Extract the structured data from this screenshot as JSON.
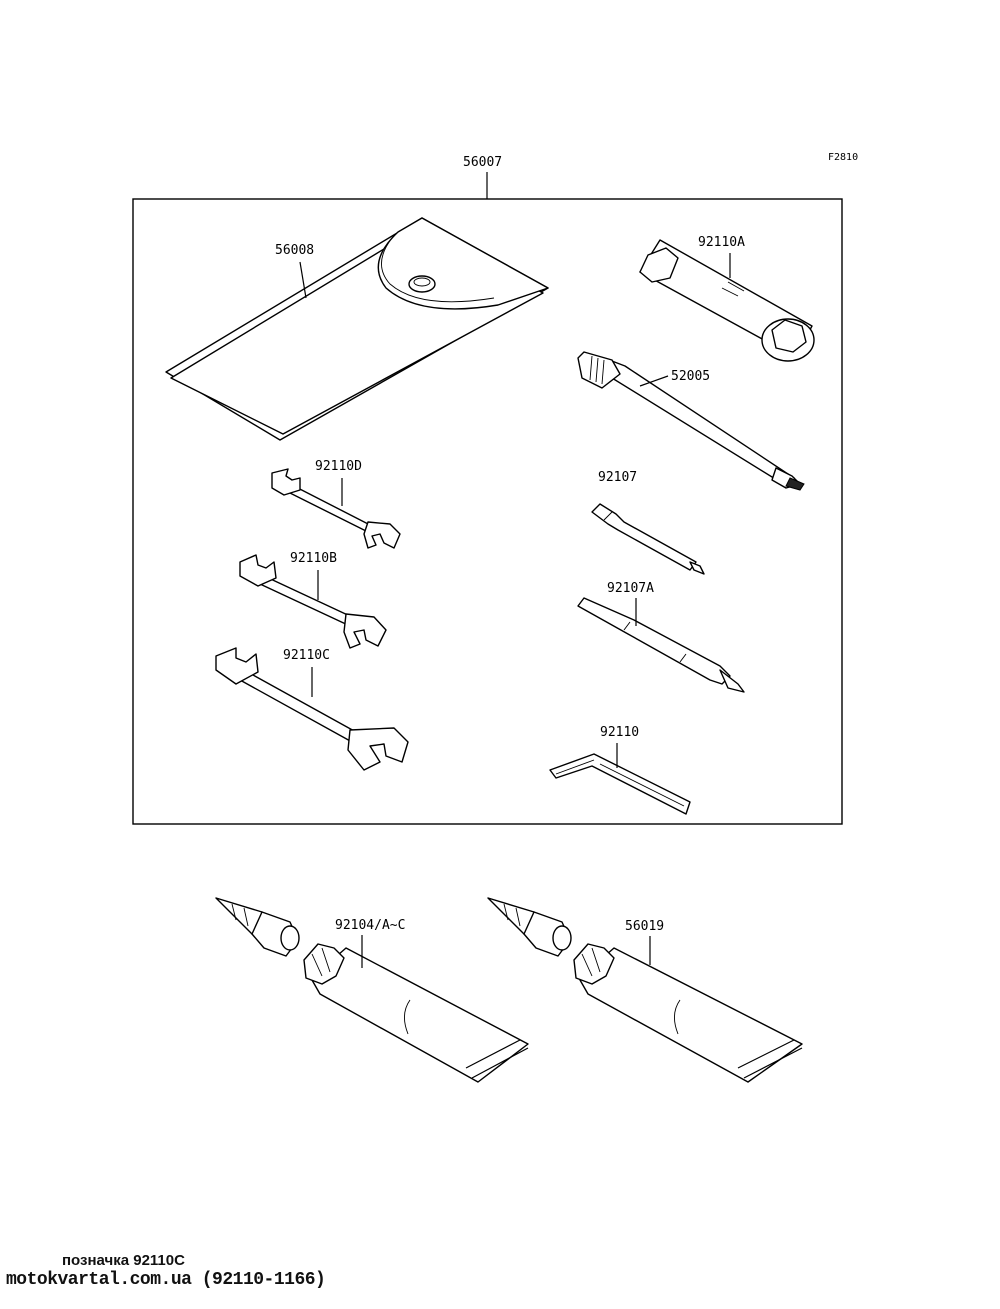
{
  "figure_code": "F2810",
  "kit": {
    "label": "56007"
  },
  "parts": {
    "pouch": "56008",
    "plug_wrench": "92110A",
    "screwdriver_handle": "52005",
    "wrench_small": "92110D",
    "wrench_medium": "92110B",
    "wrench_large": "92110C",
    "bit_short": "92107",
    "bit_long": "92107A",
    "hex_key": "92110",
    "tube_left": "92104/A~C",
    "tube_right": "56019"
  },
  "footer": {
    "line1": "позначка 92110C",
    "line2": "motokvartal.com.ua (92110-1166)"
  }
}
